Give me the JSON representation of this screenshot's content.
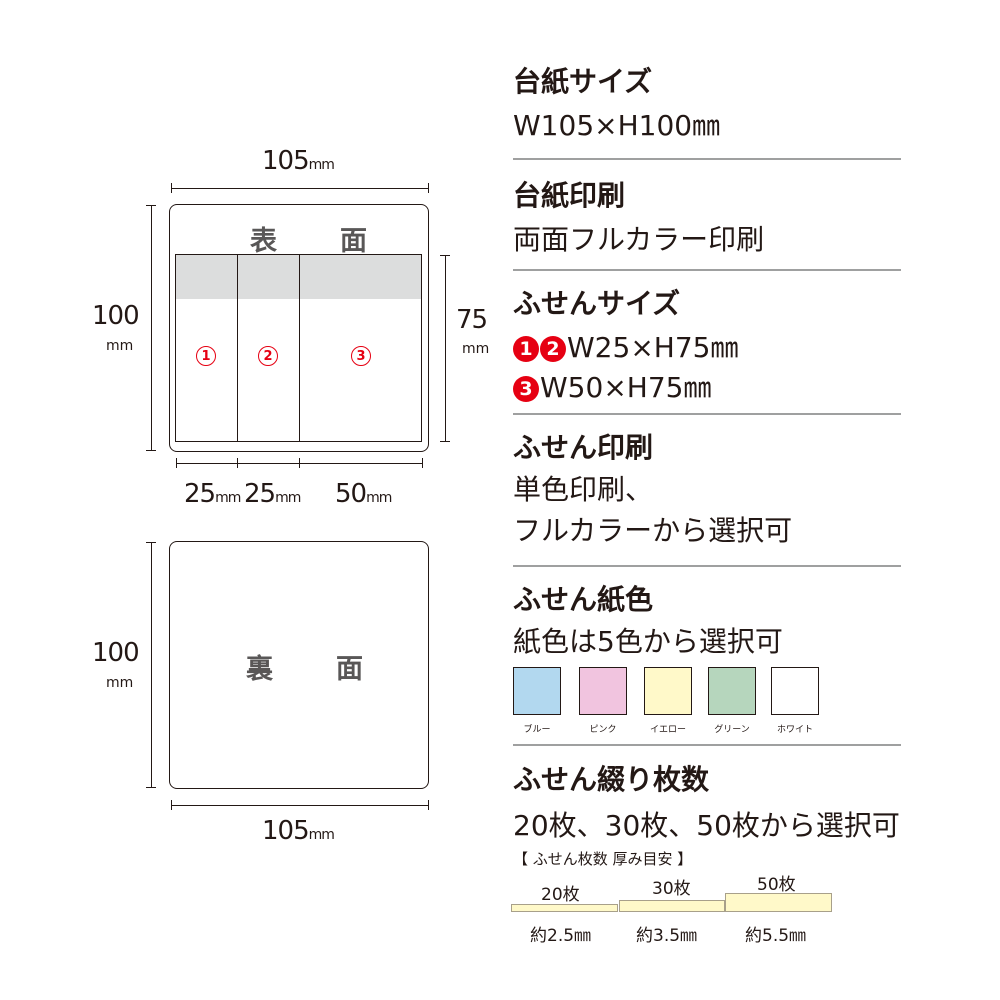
{
  "diagram": {
    "front": {
      "title": "表　面",
      "width_value": "105",
      "width_unit": "mm",
      "height_value": "100",
      "height_unit": "mm",
      "sticky_height_value": "75",
      "sticky_height_unit": "mm",
      "columns": [
        {
          "number": "1",
          "width_value": "25",
          "width_unit": "mm"
        },
        {
          "number": "2",
          "width_value": "25",
          "width_unit": "mm"
        },
        {
          "number": "3",
          "width_value": "50",
          "width_unit": "mm"
        }
      ]
    },
    "back": {
      "title": "裏　面",
      "width_value": "105",
      "width_unit": "mm",
      "height_value": "100",
      "height_unit": "mm"
    }
  },
  "specs": {
    "board_size": {
      "heading": "台紙サイズ",
      "value": "W105×H100㎜"
    },
    "board_print": {
      "heading": "台紙印刷",
      "value": "両面フルカラー印刷"
    },
    "sticky_size": {
      "heading": "ふせんサイズ",
      "line1_nums": [
        "1",
        "2"
      ],
      "line1_text": "W25×H75㎜",
      "line2_nums": [
        "3"
      ],
      "line2_text": "W50×H75㎜"
    },
    "sticky_print": {
      "heading": "ふせん印刷",
      "line1": "単色印刷、",
      "line2": "フルカラーから選択可"
    },
    "sticky_color": {
      "heading": "ふせん紙色",
      "value": "紙色は5色から選択可",
      "swatches": [
        {
          "label": "ブルー",
          "color": "#b2d8ef"
        },
        {
          "label": "ピンク",
          "color": "#f1c4df"
        },
        {
          "label": "イエロー",
          "color": "#fff9c9"
        },
        {
          "label": "グリーン",
          "color": "#b6d6bd"
        },
        {
          "label": "ホワイト",
          "color": "#ffffff"
        }
      ]
    },
    "sticky_sheets": {
      "heading": "ふせん綴り枚数",
      "value": "20枚、30枚、50枚から選択可",
      "thickness_heading": "【 ふせん枚数 厚み目安 】",
      "stacks": [
        {
          "count": "20枚",
          "thickness": "約2.5㎜"
        },
        {
          "count": "30枚",
          "thickness": "約3.5㎜"
        },
        {
          "count": "50枚",
          "thickness": "約5.5㎜"
        }
      ]
    }
  }
}
